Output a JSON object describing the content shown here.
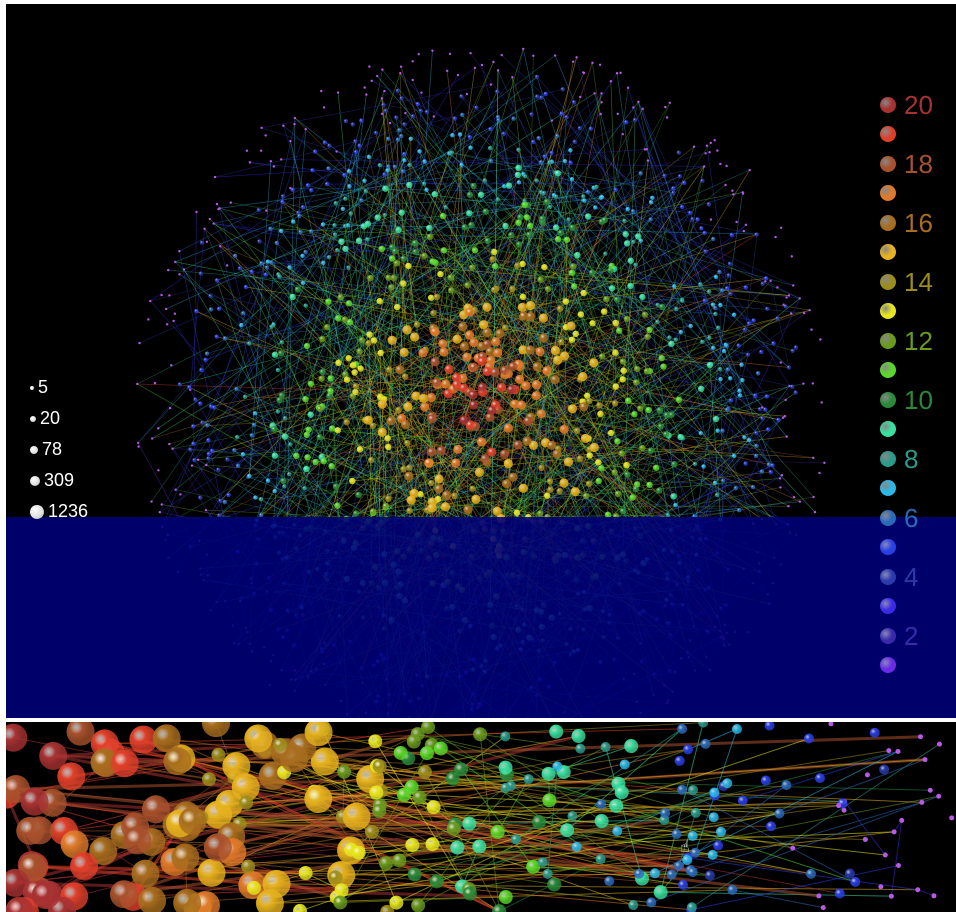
{
  "size_legend": {
    "entries": [
      {
        "label": "5",
        "value": 5
      },
      {
        "label": "20",
        "value": 20
      },
      {
        "label": "78",
        "value": 78
      },
      {
        "label": "309",
        "value": 309
      },
      {
        "label": "1236",
        "value": 1236
      }
    ]
  },
  "color_legend": {
    "entries": [
      {
        "level": 20,
        "label": "20",
        "color": "#a83232"
      },
      {
        "level": 19,
        "label": "",
        "color": "#e0402a"
      },
      {
        "level": 18,
        "label": "18",
        "color": "#a8512c"
      },
      {
        "level": 17,
        "label": "",
        "color": "#e07a2a"
      },
      {
        "level": 16,
        "label": "16",
        "color": "#a86d1e"
      },
      {
        "level": 15,
        "label": "",
        "color": "#e6b21e"
      },
      {
        "level": 14,
        "label": "14",
        "color": "#9c8c1a"
      },
      {
        "level": 13,
        "label": "",
        "color": "#e6e61e"
      },
      {
        "level": 12,
        "label": "12",
        "color": "#6a9a1e"
      },
      {
        "level": 11,
        "label": "",
        "color": "#5ad82a"
      },
      {
        "level": 10,
        "label": "10",
        "color": "#2a8a3a"
      },
      {
        "level": 9,
        "label": "",
        "color": "#3ae0a0"
      },
      {
        "level": 8,
        "label": "8",
        "color": "#2a9a8a"
      },
      {
        "level": 7,
        "label": "",
        "color": "#2ab8e6"
      },
      {
        "level": 6,
        "label": "6",
        "color": "#2a6ab8"
      },
      {
        "level": 5,
        "label": "",
        "color": "#2a40e6"
      },
      {
        "level": 4,
        "label": "4",
        "color": "#2a3aaa"
      },
      {
        "level": 3,
        "label": "",
        "color": "#3a2ae6"
      },
      {
        "level": 2,
        "label": "2",
        "color": "#3a2aaa"
      },
      {
        "level": 1,
        "label": "",
        "color": "#6a2ae6"
      }
    ]
  },
  "colors": {
    "background": "#000000",
    "overlay_band": "#00007a",
    "edge_purple": "#7a3ac8",
    "outer_nodes": "#b85ae6",
    "cursor": "#ffffff"
  }
}
